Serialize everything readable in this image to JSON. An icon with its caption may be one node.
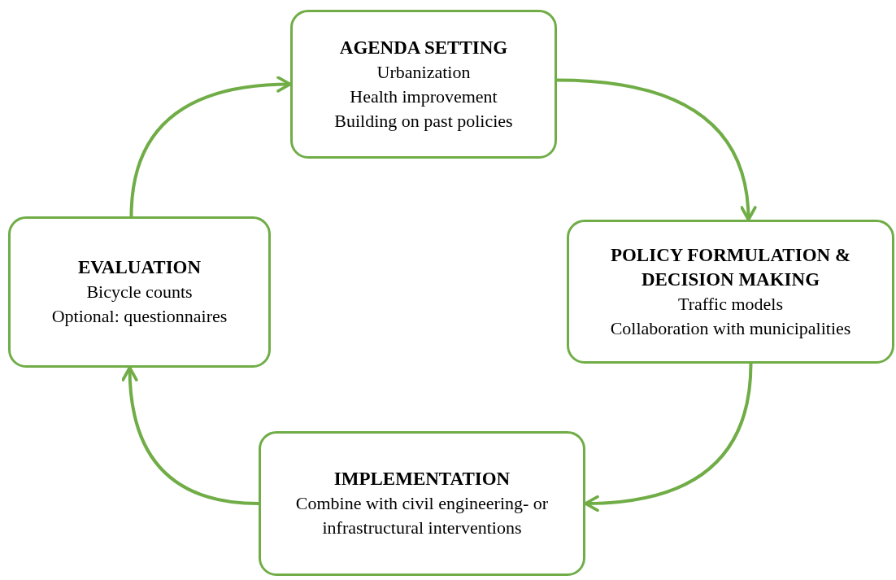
{
  "diagram": {
    "nodes": [
      {
        "text": [
          "AGENDA SETTING",
          "Urbanization",
          "Health improvement",
          "Building on past policies"
        ]
      },
      {
        "text": [
          "POLICY FORMULATION & DECISION MAKING",
          "Traffic models",
          "Collaboration with municipalities"
        ]
      },
      {
        "text": [
          "IMPLEMENTATION",
          "Combine with civil engineering- or infrastructural interventions"
        ]
      },
      {
        "text": [
          "EVALUATION",
          "Bicycle counts",
          "Optional: questionnaires"
        ]
      }
    ],
    "edges": [
      {
        "from": 0,
        "to": 1,
        "arrow": "to"
      },
      {
        "from": 1,
        "to": 2,
        "arrow": "to"
      },
      {
        "from": 2,
        "to": 3,
        "arrow": "to"
      },
      {
        "from": 3,
        "to": 0,
        "arrow": "to"
      }
    ]
  }
}
